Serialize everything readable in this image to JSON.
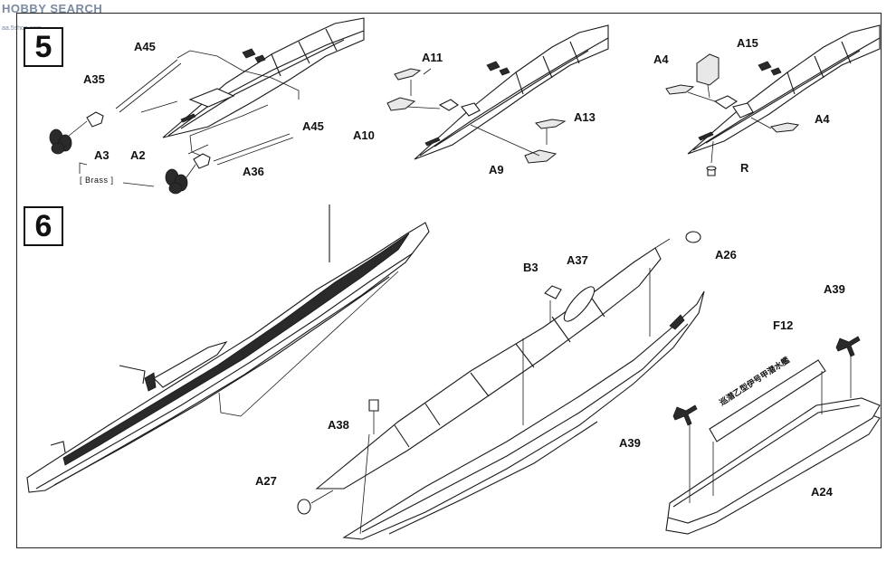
{
  "watermark": {
    "text": "HOBBY SEARCH",
    "url": "aa.5shop.com"
  },
  "steps": [
    {
      "number": "5"
    },
    {
      "number": "6"
    }
  ],
  "step5": {
    "labels": {
      "a45_top": "A45",
      "a35": "A35",
      "a3": "A3",
      "a2": "A2",
      "a36": "A36",
      "a45_right": "A45",
      "brass": "[ Brass ]",
      "a11": "A11",
      "a10": "A10",
      "a13": "A13",
      "a9": "A9",
      "a15": "A15",
      "a4_left": "A4",
      "a4_right": "A4",
      "r": "R"
    }
  },
  "step6": {
    "labels": {
      "b3": "B3",
      "a37": "A37",
      "a26": "A26",
      "a38": "A38",
      "a27": "A27",
      "a39_top": "A39",
      "f12": "F12",
      "a39_left": "A39",
      "a24": "A24"
    },
    "nameplate_text": "巡潜乙型伊号甲潜水艦"
  }
}
